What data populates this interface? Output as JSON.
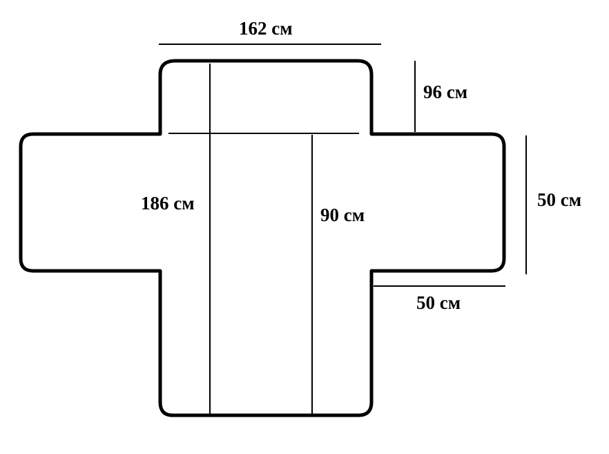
{
  "diagram": {
    "labels": {
      "top_width": "162 см",
      "top_height": "96 см",
      "right_height": "50 см",
      "right_width": "50 см",
      "left_length": "186 см",
      "inner_length": "90 см"
    },
    "colors": {
      "line": "#000000",
      "background": "#ffffff"
    }
  }
}
